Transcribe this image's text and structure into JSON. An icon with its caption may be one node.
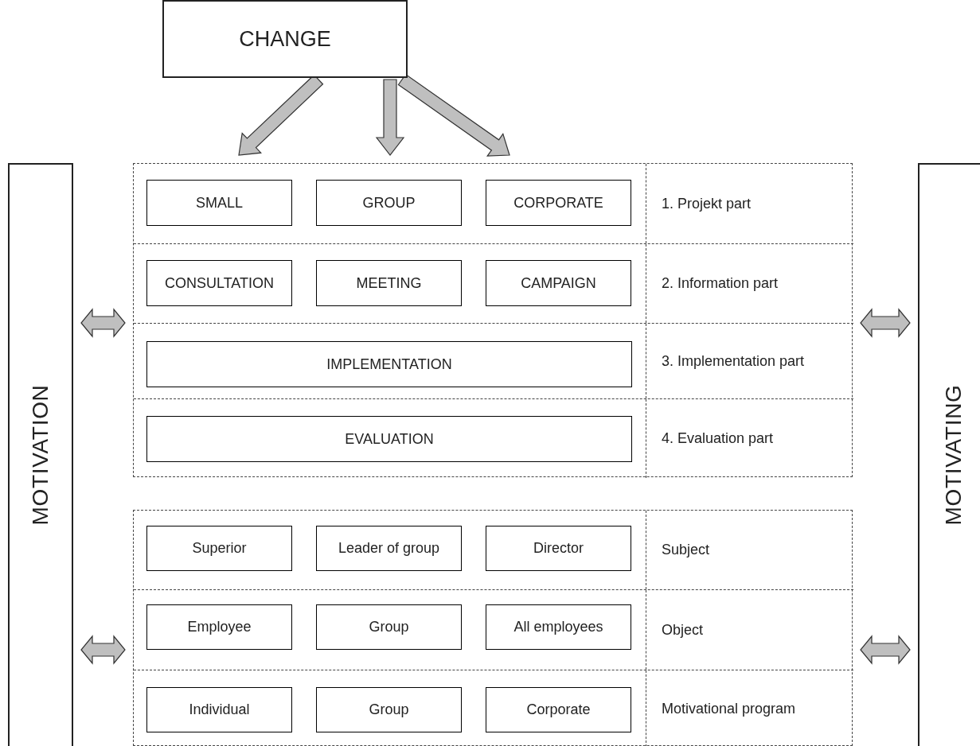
{
  "diagram": {
    "nodes": [
      {
        "text": [
          "CHANGE"
        ]
      },
      {
        "text": [],
        "shape": "box"
      },
      {
        "text": [
          "1. Projekt part"
        ],
        "in": 1
      },
      {
        "text": [
          "SMALL"
        ],
        "in": 2
      },
      {
        "text": [
          "GROUP"
        ],
        "in": 2
      },
      {
        "text": [
          "CORPORATE"
        ],
        "in": 2
      },
      {
        "text": [
          "2. Information part"
        ],
        "in": 1
      },
      {
        "text": [
          "CONSULTATION"
        ],
        "in": 6
      },
      {
        "text": [
          "MEETING"
        ],
        "in": 6
      },
      {
        "text": [
          "CAMPAIGN"
        ],
        "in": 6
      },
      {
        "text": [
          "3. Implementation part"
        ],
        "in": 1
      },
      {
        "text": [
          "IMPLEMENTATION"
        ],
        "in": 10
      },
      {
        "text": [
          "4. Evaluation part"
        ],
        "in": 1
      },
      {
        "text": [
          "EVALUATION"
        ],
        "in": 12
      },
      {
        "text": [],
        "shape": "box"
      },
      {
        "text": [
          "Subject"
        ],
        "in": 14
      },
      {
        "text": [
          "Superior"
        ],
        "in": 15
      },
      {
        "text": [
          "Leader of group"
        ],
        "in": 15
      },
      {
        "text": [
          "Director"
        ],
        "in": 15
      },
      {
        "text": [
          "Object"
        ],
        "in": 14
      },
      {
        "text": [
          "Employee"
        ],
        "in": 19
      },
      {
        "text": [
          "Group"
        ],
        "in": 19
      },
      {
        "text": [
          "All employees"
        ],
        "in": 19
      },
      {
        "text": [
          "Motivational program"
        ],
        "in": 14
      },
      {
        "text": [
          "Individual"
        ],
        "in": 23
      },
      {
        "text": [
          "Group"
        ],
        "in": 23
      },
      {
        "text": [
          "Corporate"
        ],
        "in": 23
      },
      {
        "text": [
          "MOTIVATION"
        ]
      },
      {
        "text": [
          "MOTIVATING"
        ]
      }
    ],
    "edges": [
      {
        "from": 0,
        "to": 1,
        "arrow": "to",
        "style": "thick",
        "color": "#bfbfbf"
      },
      {
        "from": 0,
        "to": 1,
        "arrow": "to",
        "style": "thick",
        "color": "#bfbfbf"
      },
      {
        "from": 0,
        "to": 1,
        "arrow": "to",
        "style": "thick",
        "color": "#bfbfbf"
      },
      {
        "from": 27,
        "to": 1,
        "arrow": "both",
        "style": "thick",
        "color": "#bfbfbf"
      },
      {
        "from": 1,
        "to": 28,
        "arrow": "both",
        "style": "thick",
        "color": "#bfbfbf"
      },
      {
        "from": 27,
        "to": 14,
        "arrow": "both",
        "style": "thick",
        "color": "#bfbfbf"
      },
      {
        "from": 14,
        "to": 28,
        "arrow": "both",
        "style": "thick",
        "color": "#bfbfbf"
      }
    ]
  }
}
